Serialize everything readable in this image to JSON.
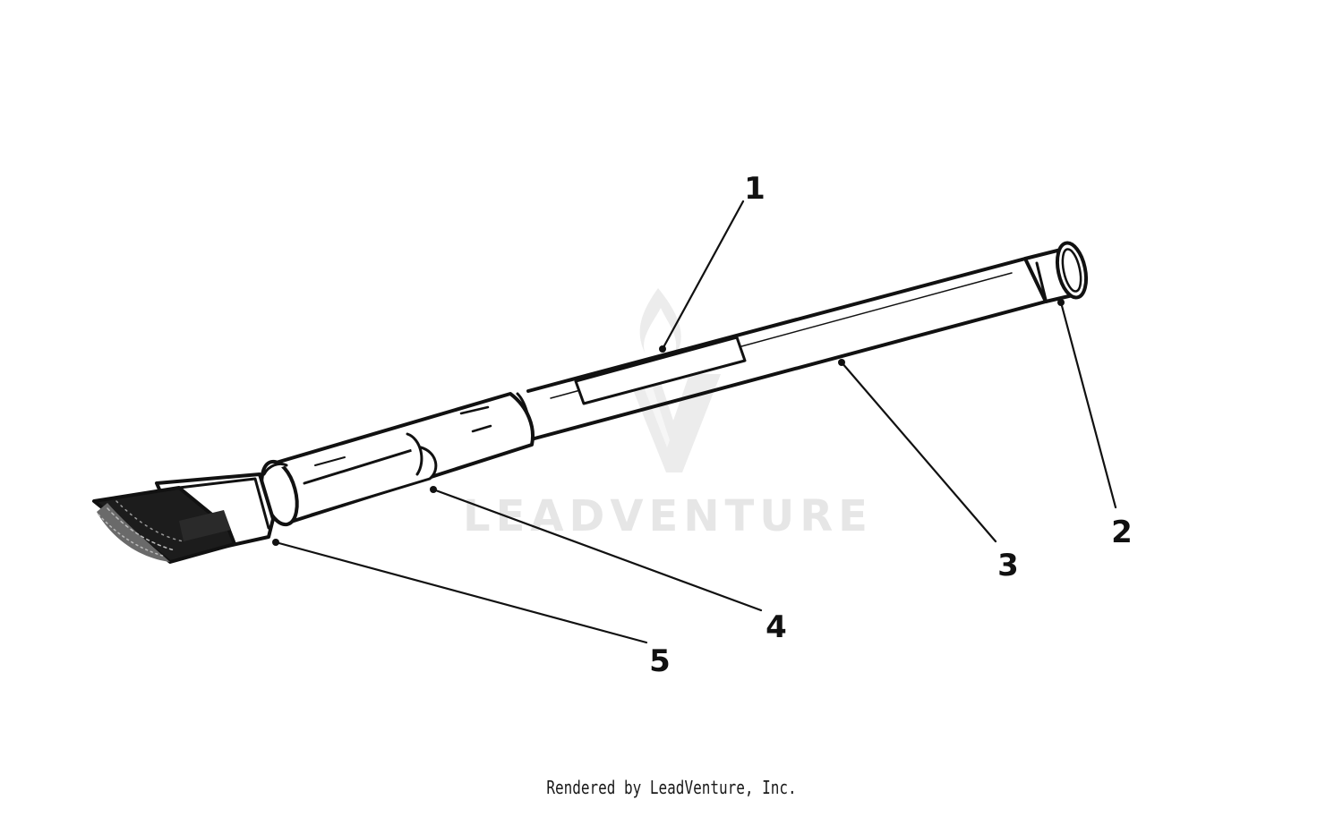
{
  "callouts": [
    {
      "label": "1"
    },
    {
      "label": "2"
    },
    {
      "label": "3"
    },
    {
      "label": "4"
    },
    {
      "label": "5"
    }
  ],
  "watermark": {
    "text": "LEADVENTURE"
  },
  "footer": {
    "text": "Rendered by LeadVenture, Inc."
  }
}
